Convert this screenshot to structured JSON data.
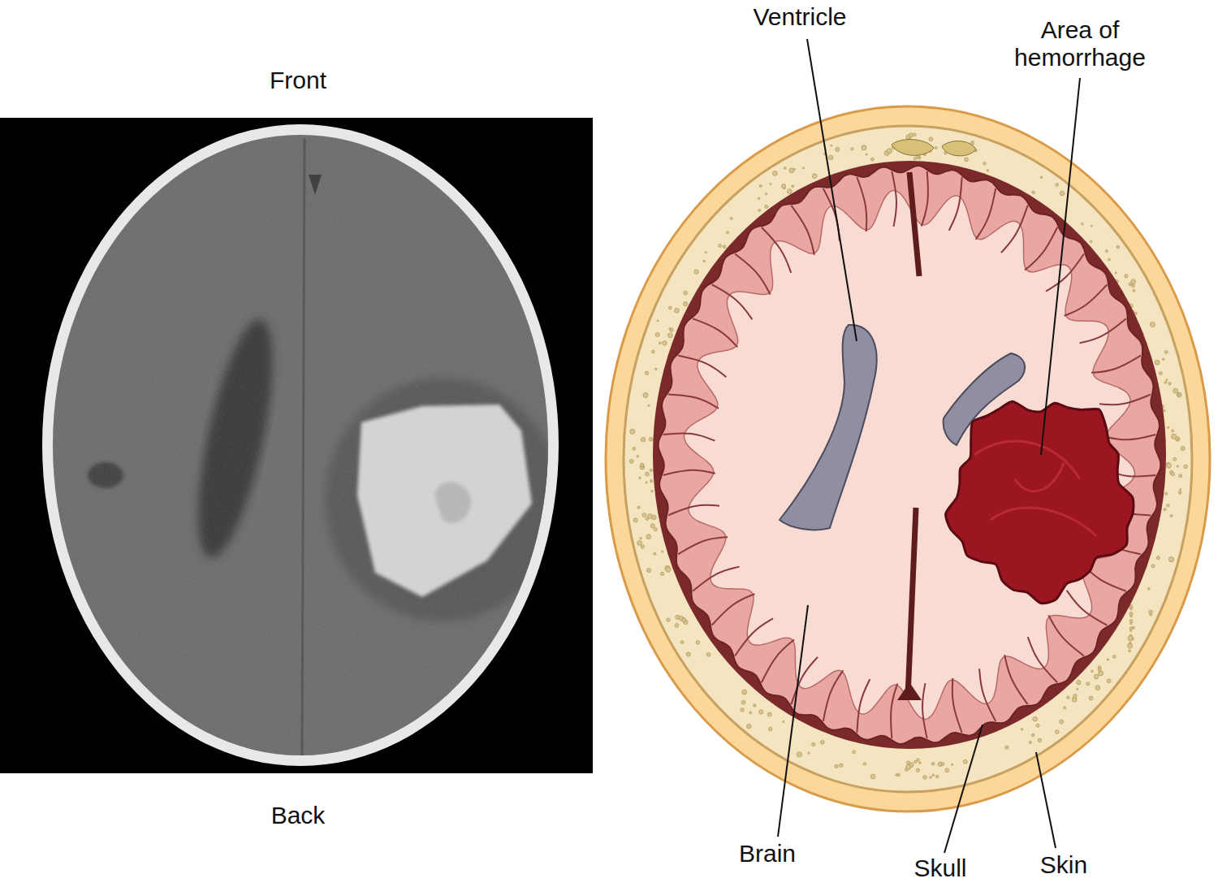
{
  "diagram": {
    "labels": [
      "Front",
      "Back",
      "Ventricle",
      "Area of hemorrhage",
      "Brain",
      "Skull",
      "Skin"
    ]
  }
}
